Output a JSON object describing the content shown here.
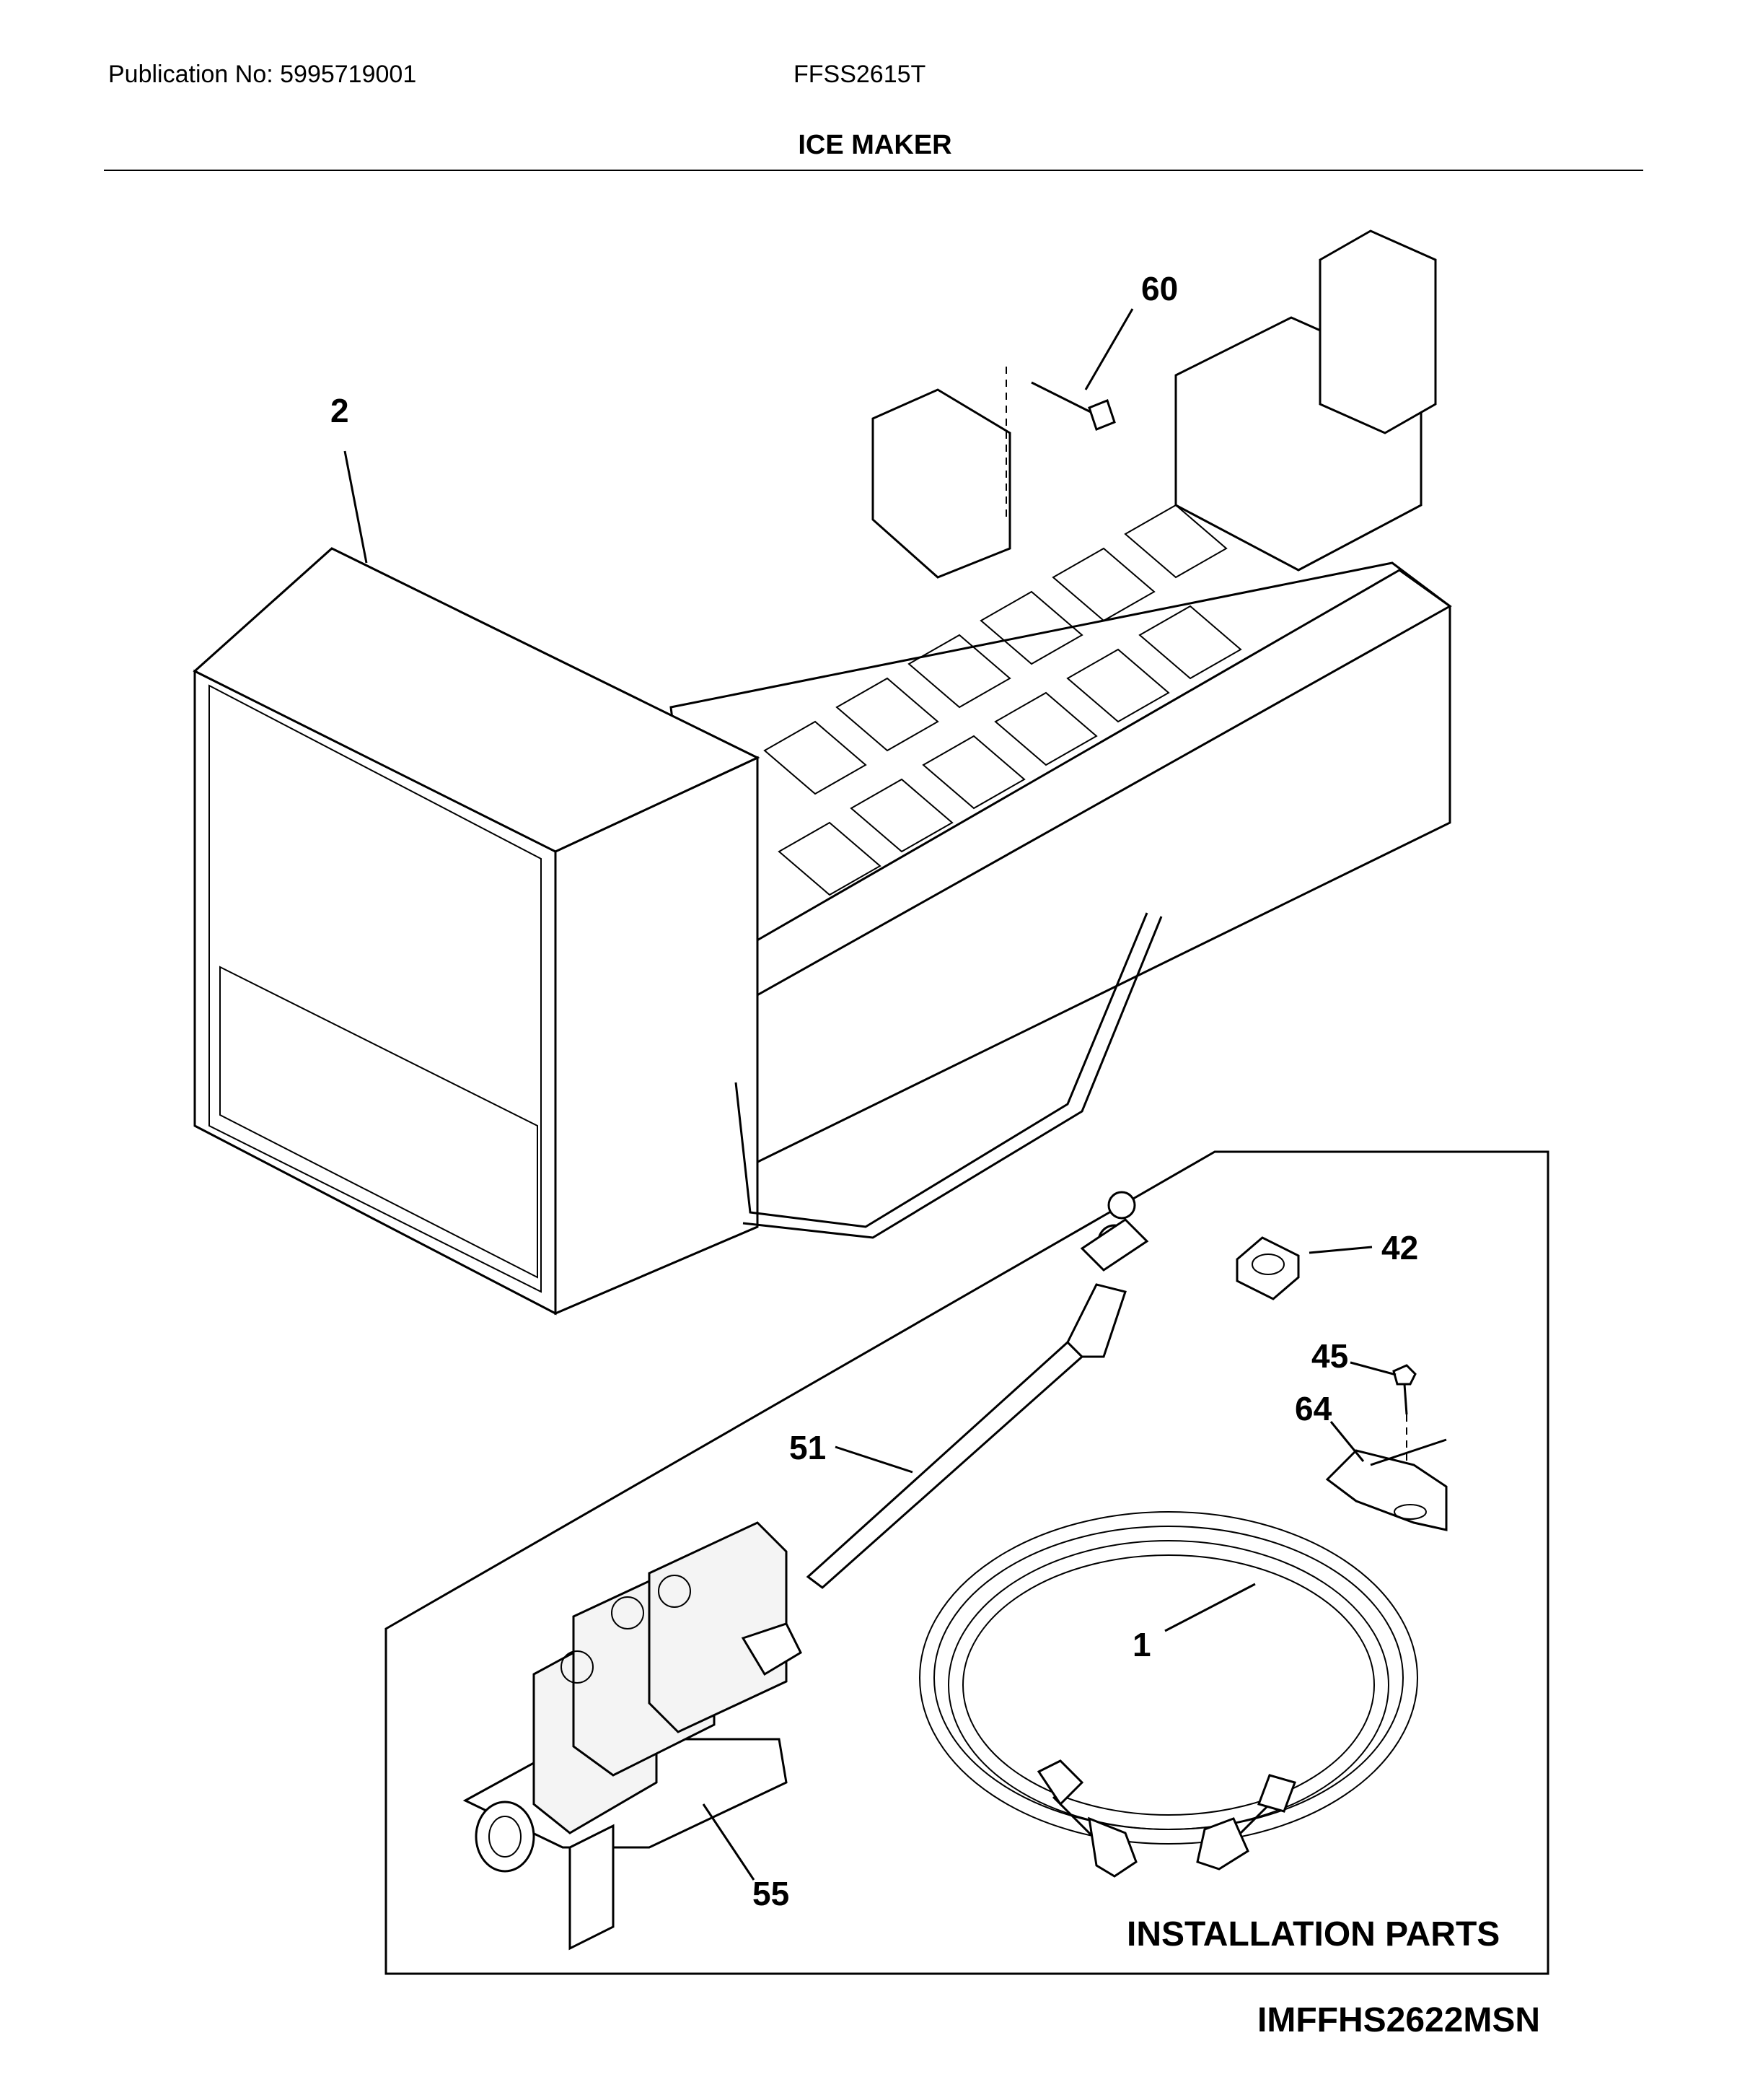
{
  "header": {
    "publication": "Publication No: 5995719001",
    "model": "FFSS2615T",
    "section_title": "ICE MAKER"
  },
  "callouts": {
    "c60": "60",
    "c2": "2",
    "c42": "42",
    "c45": "45",
    "c64": "64",
    "c51": "51",
    "c1": "1",
    "c55": "55"
  },
  "installation_box": {
    "label": "INSTALLATION PARTS"
  },
  "footer": {
    "diagram_code": "IMFFHS2622MSN"
  }
}
